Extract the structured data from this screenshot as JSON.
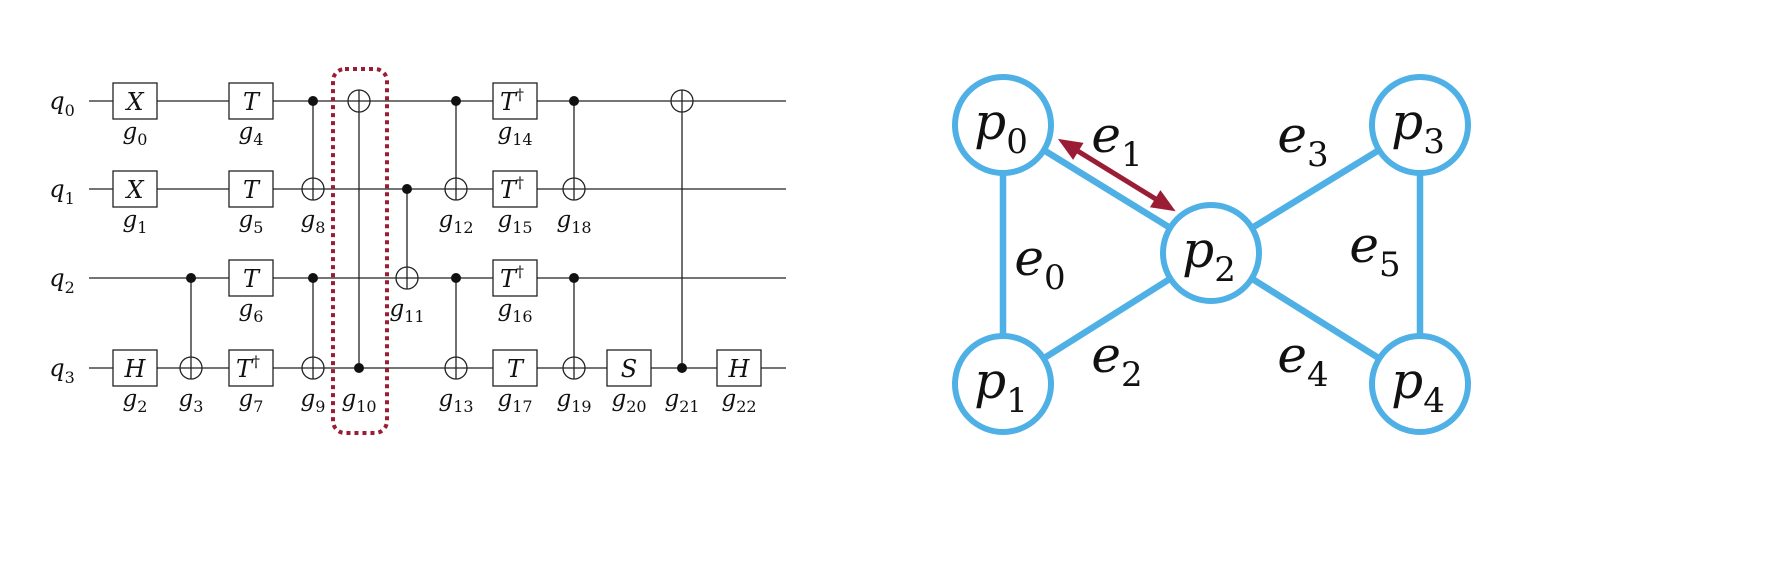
{
  "circuit": {
    "qubits": [
      {
        "base": "q",
        "sub": "0"
      },
      {
        "base": "q",
        "sub": "1"
      },
      {
        "base": "q",
        "sub": "2"
      },
      {
        "base": "q",
        "sub": "3"
      }
    ],
    "gates": [
      {
        "id": "g0",
        "kind": "box",
        "symbol": "X",
        "dagger": false,
        "qubit": 0,
        "col": 0,
        "label_base": "g",
        "label_sub": "0",
        "label_qubit": 0
      },
      {
        "id": "g1",
        "kind": "box",
        "symbol": "X",
        "dagger": false,
        "qubit": 1,
        "col": 0,
        "label_base": "g",
        "label_sub": "1",
        "label_qubit": 1
      },
      {
        "id": "g2",
        "kind": "box",
        "symbol": "H",
        "dagger": false,
        "qubit": 3,
        "col": 0,
        "label_base": "g",
        "label_sub": "2",
        "label_qubit": 3
      },
      {
        "id": "g3",
        "kind": "cnot",
        "control": 2,
        "target": 3,
        "col": 1,
        "label_base": "g",
        "label_sub": "3",
        "label_qubit": 3
      },
      {
        "id": "g4",
        "kind": "box",
        "symbol": "T",
        "dagger": false,
        "qubit": 0,
        "col": 2,
        "label_base": "g",
        "label_sub": "4",
        "label_qubit": 0
      },
      {
        "id": "g5",
        "kind": "box",
        "symbol": "T",
        "dagger": false,
        "qubit": 1,
        "col": 2,
        "label_base": "g",
        "label_sub": "5",
        "label_qubit": 1
      },
      {
        "id": "g6",
        "kind": "box",
        "symbol": "T",
        "dagger": false,
        "qubit": 2,
        "col": 2,
        "label_base": "g",
        "label_sub": "6",
        "label_qubit": 2
      },
      {
        "id": "g7",
        "kind": "box",
        "symbol": "T",
        "dagger": true,
        "qubit": 3,
        "col": 2,
        "label_base": "g",
        "label_sub": "7",
        "label_qubit": 3
      },
      {
        "id": "g8",
        "kind": "cnot",
        "control": 0,
        "target": 1,
        "col": 3,
        "label_base": "g",
        "label_sub": "8",
        "label_qubit": 1
      },
      {
        "id": "g9",
        "kind": "cnot",
        "control": 2,
        "target": 3,
        "col": 3,
        "label_base": "g",
        "label_sub": "9",
        "label_qubit": 3
      },
      {
        "id": "g10",
        "kind": "cnot",
        "control": 3,
        "target": 0,
        "col": 4,
        "label_base": "g",
        "label_sub": "10",
        "label_qubit": 3
      },
      {
        "id": "g11",
        "kind": "cnot",
        "control": 1,
        "target": 2,
        "col": 5,
        "label_base": "g",
        "label_sub": "11",
        "label_qubit": 2
      },
      {
        "id": "g12",
        "kind": "cnot",
        "control": 0,
        "target": 1,
        "col": 6,
        "label_base": "g",
        "label_sub": "12",
        "label_qubit": 1
      },
      {
        "id": "g13",
        "kind": "cnot",
        "control": 2,
        "target": 3,
        "col": 6,
        "label_base": "g",
        "label_sub": "13",
        "label_qubit": 3
      },
      {
        "id": "g14",
        "kind": "box",
        "symbol": "T",
        "dagger": true,
        "qubit": 0,
        "col": 7,
        "label_base": "g",
        "label_sub": "14",
        "label_qubit": 0
      },
      {
        "id": "g15",
        "kind": "box",
        "symbol": "T",
        "dagger": true,
        "qubit": 1,
        "col": 7,
        "label_base": "g",
        "label_sub": "15",
        "label_qubit": 1
      },
      {
        "id": "g16",
        "kind": "box",
        "symbol": "T",
        "dagger": true,
        "qubit": 2,
        "col": 7,
        "label_base": "g",
        "label_sub": "16",
        "label_qubit": 2
      },
      {
        "id": "g17",
        "kind": "box",
        "symbol": "T",
        "dagger": false,
        "qubit": 3,
        "col": 7,
        "label_base": "g",
        "label_sub": "17",
        "label_qubit": 3
      },
      {
        "id": "g18",
        "kind": "cnot",
        "control": 0,
        "target": 1,
        "col": 8,
        "label_base": "g",
        "label_sub": "18",
        "label_qubit": 1
      },
      {
        "id": "g19",
        "kind": "cnot",
        "control": 2,
        "target": 3,
        "col": 8,
        "label_base": "g",
        "label_sub": "19",
        "label_qubit": 3
      },
      {
        "id": "g20",
        "kind": "box",
        "symbol": "S",
        "dagger": false,
        "qubit": 3,
        "col": 9,
        "label_base": "g",
        "label_sub": "20",
        "label_qubit": 3
      },
      {
        "id": "g21",
        "kind": "cnot",
        "control": 3,
        "target": 0,
        "col": 10,
        "label_base": "g",
        "label_sub": "21",
        "label_qubit": 3
      },
      {
        "id": "g22",
        "kind": "box",
        "symbol": "H",
        "dagger": false,
        "qubit": 3,
        "col": 11,
        "label_base": "g",
        "label_sub": "22",
        "label_qubit": 3
      }
    ],
    "highlighted_gate": "g10",
    "highlight_color": "#9b1d35"
  },
  "graph": {
    "node_color": "#4fb0e6",
    "arrow_color": "#9b1d35",
    "nodes": [
      {
        "id": "p0",
        "base": "p",
        "sub": "0"
      },
      {
        "id": "p1",
        "base": "p",
        "sub": "1"
      },
      {
        "id": "p2",
        "base": "p",
        "sub": "2"
      },
      {
        "id": "p3",
        "base": "p",
        "sub": "3"
      },
      {
        "id": "p4",
        "base": "p",
        "sub": "4"
      }
    ],
    "edges": [
      {
        "id": "e0",
        "from": "p0",
        "to": "p1",
        "base": "e",
        "sub": "0"
      },
      {
        "id": "e1",
        "from": "p0",
        "to": "p2",
        "base": "e",
        "sub": "1"
      },
      {
        "id": "e2",
        "from": "p1",
        "to": "p2",
        "base": "e",
        "sub": "2"
      },
      {
        "id": "e3",
        "from": "p2",
        "to": "p3",
        "base": "e",
        "sub": "3"
      },
      {
        "id": "e4",
        "from": "p2",
        "to": "p4",
        "base": "e",
        "sub": "4"
      },
      {
        "id": "e5",
        "from": "p3",
        "to": "p4",
        "base": "e",
        "sub": "5"
      }
    ],
    "arrow": {
      "from": "p0",
      "to": "p2",
      "bidirectional": true
    }
  }
}
